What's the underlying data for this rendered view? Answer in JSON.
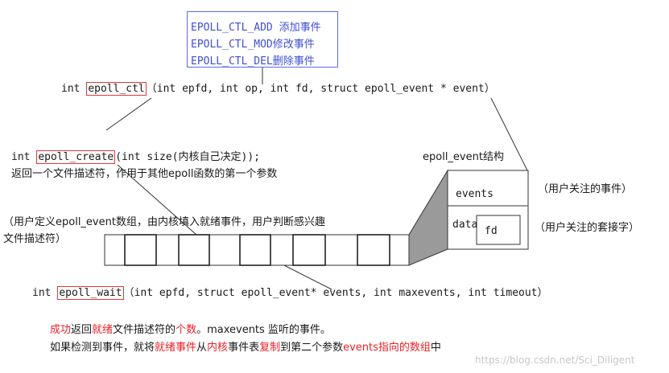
{
  "op_box": {
    "items": [
      {
        "name": "EPOLL_CTL_ADD",
        "desc": " 添加事件"
      },
      {
        "name": "EPOLL_CTL_MOD",
        "desc": "修改事件"
      },
      {
        "name": "EPOLL_CTL_DEL",
        "desc": "删除事件"
      }
    ]
  },
  "epoll_ctl": {
    "prefix": "int ",
    "func": "epoll_ctl",
    "params": "（int epfd,  int op,  int fd,  struct epoll_event * event）"
  },
  "epoll_create": {
    "prefix": "int ",
    "func": "epoll_create",
    "params": "(int size(内核自己决定));",
    "desc": "返回一个文件描述符，作用于其他epoll函数的第一个参数"
  },
  "epoll_event": {
    "title": "epoll_event结构",
    "field_events": "events",
    "field_data": "data",
    "field_fd": "fd",
    "events_note": "（用户关注的事件）",
    "fd_note": "（用户关注的套接字）"
  },
  "array": {
    "note_line1": "（用户定义epoll_event数组，由内核填入就绪事件，用户判断感兴趣",
    "note_line2": "文件描述符）"
  },
  "epoll_wait": {
    "prefix": "int ",
    "func": "epoll_wait",
    "params": "（int epfd, struct epoll_event* events, int maxevents, int timeout）"
  },
  "returns": {
    "line1": [
      {
        "text": "成功",
        "color": "red"
      },
      {
        "text": "返回",
        "color": "black"
      },
      {
        "text": "就绪",
        "color": "red"
      },
      {
        "text": "文件描述符的",
        "color": "black"
      },
      {
        "text": "个数",
        "color": "red"
      },
      {
        "text": "。maxevents 监听的事件。",
        "color": "black"
      }
    ],
    "line2": [
      {
        "text": "如果检测到事件，就将",
        "color": "black"
      },
      {
        "text": "就绪事件",
        "color": "red"
      },
      {
        "text": "从",
        "color": "black"
      },
      {
        "text": "内核",
        "color": "red"
      },
      {
        "text": "事件表",
        "color": "black"
      },
      {
        "text": "复制",
        "color": "red"
      },
      {
        "text": "到第二个参数",
        "color": "black"
      },
      {
        "text": "events指向的数组",
        "color": "red"
      },
      {
        "text": "中",
        "color": "black"
      }
    ]
  },
  "watermark": "https://blog.csdn.net/Sci_Diligent",
  "colors": {
    "red": "#ef1f24",
    "blue": "#3f4fd6",
    "highlight_box": "#e0393f",
    "gray_fill": "#9a9a9a"
  }
}
